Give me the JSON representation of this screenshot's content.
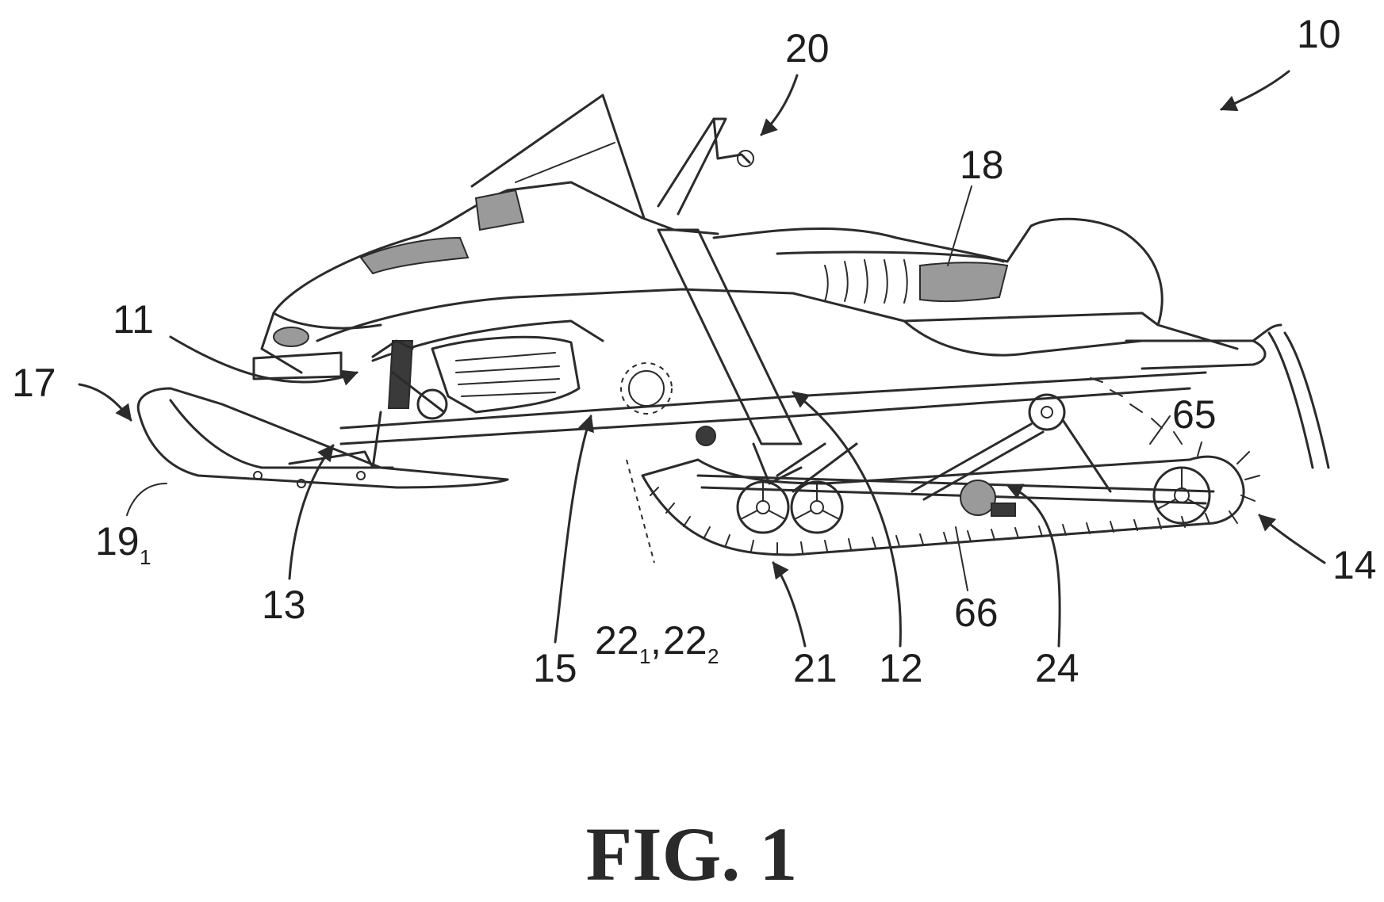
{
  "figure_title": "FIG. 1",
  "labels": {
    "l10": "10",
    "l11": "11",
    "l12": "12",
    "l13": "13",
    "l14": "14",
    "l15": "15",
    "l17": "17",
    "l18": "18",
    "l19": "19",
    "l19_sub": "1",
    "l20": "20",
    "l21": "21",
    "l22a": "22",
    "l22a_sub": "1",
    "l22_sep": ",",
    "l22b": "22",
    "l22b_sub": "2",
    "l24": "24",
    "l65": "65",
    "l66": "66"
  }
}
